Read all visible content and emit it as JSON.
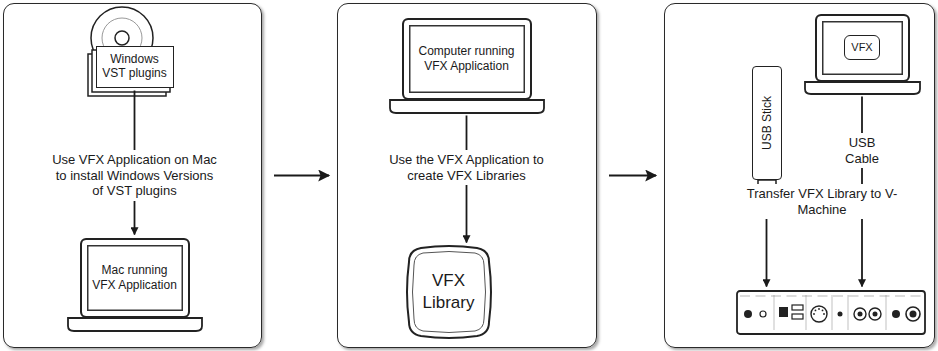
{
  "diagram": {
    "nodes": [
      {
        "text": []
      },
      {
        "text": [
          "Windows VST plugins"
        ],
        "in": 0
      },
      {
        "text": [
          "Mac running VFX Application"
        ],
        "in": 0
      },
      {
        "text": []
      },
      {
        "text": [
          "Computer running VFX Application"
        ],
        "in": 3
      },
      {
        "text": [
          "VFX Library"
        ],
        "in": 3
      },
      {
        "text": []
      },
      {
        "text": [
          "USB Stick"
        ],
        "in": 6
      },
      {
        "text": [
          "VFX"
        ],
        "in": 6
      },
      {
        "text": [],
        "in": 6
      }
    ],
    "edges": [
      {
        "from": 0,
        "to": 3,
        "arrow": "to"
      },
      {
        "from": 3,
        "to": 6,
        "arrow": "to"
      },
      {
        "from": 1,
        "to": 2,
        "label": "Use VFX Application on Mac to install Windows Versions of VST plugins",
        "arrow": "to"
      },
      {
        "from": 4,
        "to": 5,
        "label": "Use the VFX Application to create VFX Libraries",
        "arrow": "to"
      },
      {
        "from": 7,
        "to": 9,
        "arrow": "to"
      },
      {
        "from": 8,
        "to": 9,
        "label": "USB Cable",
        "arrow": "to"
      }
    ],
    "labels": [
      "Transfer VFX Library to V-Machine"
    ]
  }
}
